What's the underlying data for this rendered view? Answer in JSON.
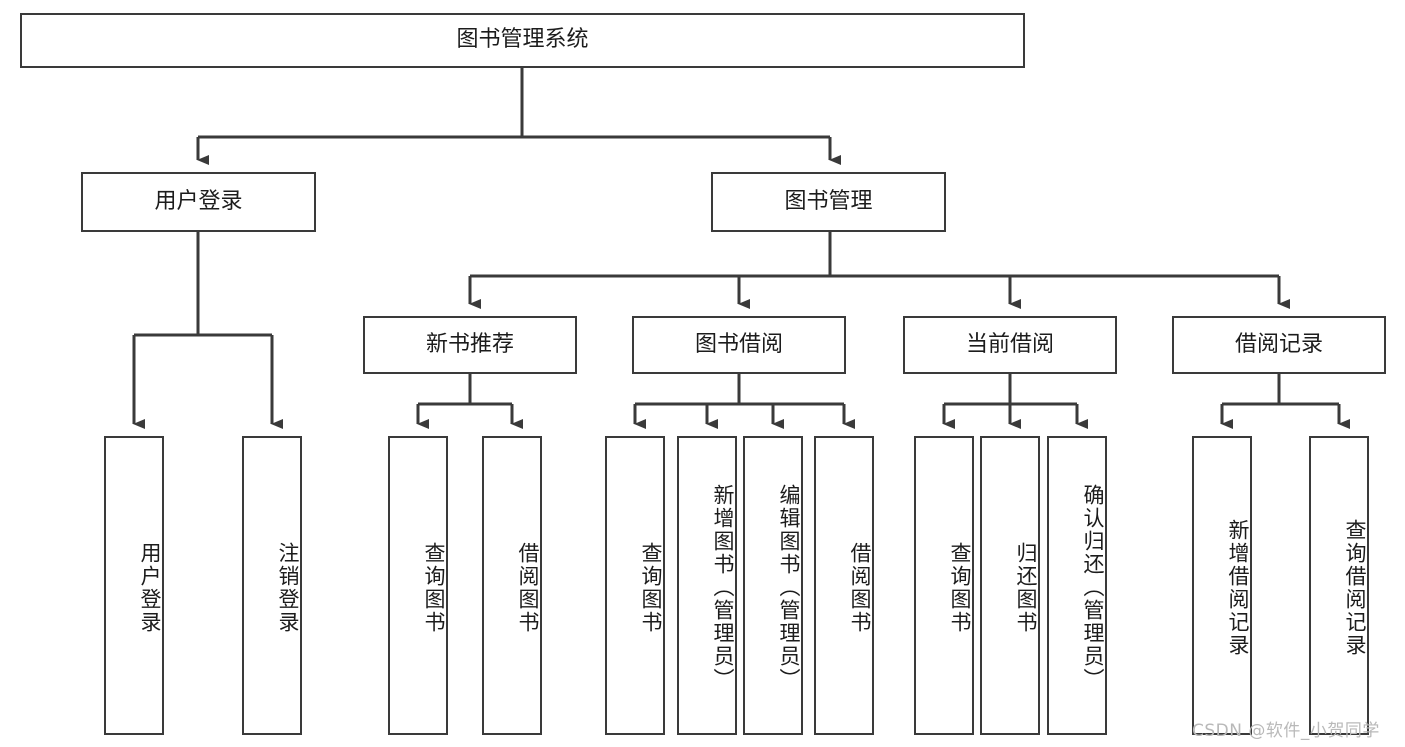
{
  "diagram": {
    "title": "图书管理系统",
    "type": "tree",
    "root": {
      "label": "图书管理系统"
    },
    "level2": [
      {
        "label": "用户登录"
      },
      {
        "label": "图书管理"
      }
    ],
    "level3": [
      {
        "label": "新书推荐"
      },
      {
        "label": "图书借阅"
      },
      {
        "label": "当前借阅"
      },
      {
        "label": "借阅记录"
      }
    ],
    "leaves": {
      "user_login": [
        {
          "label": "用户登录"
        },
        {
          "label": "注销登录"
        }
      ],
      "new_book_recommend": [
        {
          "label": "查询图书"
        },
        {
          "label": "借阅图书"
        }
      ],
      "book_borrow": [
        {
          "label": "查询图书"
        },
        {
          "label": "新增图书（管理员）"
        },
        {
          "label": "编辑图书（管理员）"
        },
        {
          "label": "借阅图书"
        }
      ],
      "current_borrow": [
        {
          "label": "查询图书"
        },
        {
          "label": "归还图书"
        },
        {
          "label": "确认归还（管理员）"
        }
      ],
      "borrow_record": [
        {
          "label": "新增借阅记录"
        },
        {
          "label": "查询借阅记录"
        }
      ]
    }
  },
  "watermark": {
    "text": "CSDN @软件_小贺同学"
  },
  "colors": {
    "stroke": "#3a3a3a",
    "fill": "#ffffff",
    "text": "#1c1c1c",
    "watermark": "#b9b9b9"
  }
}
